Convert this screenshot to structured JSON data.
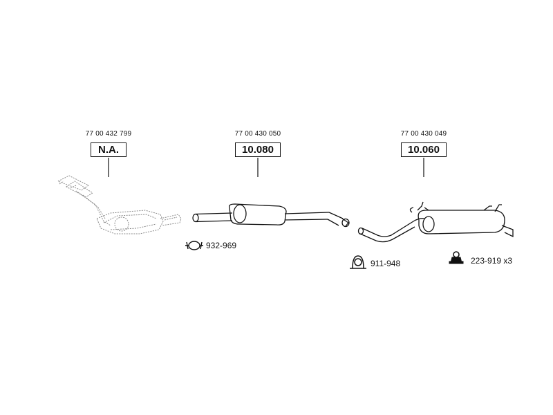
{
  "parts": [
    {
      "oem_number": "77 00 432 799",
      "code": "N.A."
    },
    {
      "oem_number": "77 00 430 050",
      "code": "10.080"
    },
    {
      "oem_number": "77 00 430 049",
      "code": "10.060"
    }
  ],
  "accessories": [
    {
      "code": "932-969"
    },
    {
      "code": "911-948"
    },
    {
      "code": "223-919 x3"
    }
  ]
}
